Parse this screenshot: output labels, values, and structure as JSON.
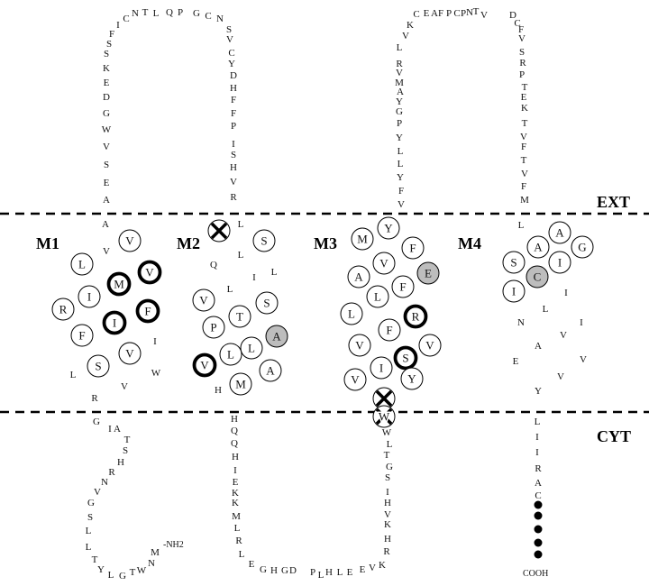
{
  "labels": {
    "ext": "EXT",
    "cyt": "CYT",
    "n_terminus": "-NH2",
    "c_terminus": "COOH"
  },
  "loops": {
    "ext1": "AESVWGDEKSSFICNTLQPGCNSVCYDHFFPISHVR",
    "ext2": "VFYLLYPGYAMVRLVKCEAFPCPNTVDCFVSRPTEKTVFTVFM",
    "cyt_n": "MNWTGLYTLLSGVNRHSTAIG",
    "cyt2": "HQQHIEKKMLRLEGHGDPLHLEEVKRHKVHISGTLW",
    "cyt_c": "LIIRAC"
  },
  "cterm_dots": 5,
  "helices": [
    {
      "label": "M1",
      "residues": [
        {
          "aa": "A",
          "mark": "plain"
        },
        {
          "aa": "V",
          "mark": "circle"
        },
        {
          "aa": "V",
          "mark": "plain"
        },
        {
          "aa": "L",
          "mark": "circle"
        },
        {
          "aa": "M",
          "mark": "bold"
        },
        {
          "aa": "V",
          "mark": "bold"
        },
        {
          "aa": "I",
          "mark": "circle"
        },
        {
          "aa": "R",
          "mark": "circle"
        },
        {
          "aa": "F",
          "mark": "bold"
        },
        {
          "aa": "I",
          "mark": "bold"
        },
        {
          "aa": "F",
          "mark": "circle"
        },
        {
          "aa": "I",
          "mark": "plain"
        },
        {
          "aa": "V",
          "mark": "circle"
        },
        {
          "aa": "S",
          "mark": "circle"
        },
        {
          "aa": "L",
          "mark": "plain"
        },
        {
          "aa": "W",
          "mark": "plain"
        },
        {
          "aa": "V",
          "mark": "plain"
        },
        {
          "aa": "R",
          "mark": "plain"
        }
      ]
    },
    {
      "label": "M2",
      "residues": [
        {
          "aa": "",
          "mark": "mutated"
        },
        {
          "aa": "L",
          "mark": "plain"
        },
        {
          "aa": "S",
          "mark": "circle"
        },
        {
          "aa": "L",
          "mark": "plain"
        },
        {
          "aa": "Q",
          "mark": "plain"
        },
        {
          "aa": "L",
          "mark": "plain"
        },
        {
          "aa": "I",
          "mark": "plain"
        },
        {
          "aa": "L",
          "mark": "plain"
        },
        {
          "aa": "V",
          "mark": "circle"
        },
        {
          "aa": "S",
          "mark": "circle"
        },
        {
          "aa": "T",
          "mark": "circle"
        },
        {
          "aa": "P",
          "mark": "circle"
        },
        {
          "aa": "A",
          "mark": "shaded"
        },
        {
          "aa": "L",
          "mark": "circle"
        },
        {
          "aa": "L",
          "mark": "circle"
        },
        {
          "aa": "V",
          "mark": "bold"
        },
        {
          "aa": "A",
          "mark": "circle"
        },
        {
          "aa": "M",
          "mark": "circle"
        },
        {
          "aa": "H",
          "mark": "plain"
        }
      ]
    },
    {
      "label": "M3",
      "residues": [
        {
          "aa": "Y",
          "mark": "circle"
        },
        {
          "aa": "M",
          "mark": "circle"
        },
        {
          "aa": "F",
          "mark": "circle"
        },
        {
          "aa": "V",
          "mark": "circle"
        },
        {
          "aa": "A",
          "mark": "circle"
        },
        {
          "aa": "E",
          "mark": "shaded"
        },
        {
          "aa": "F",
          "mark": "circle"
        },
        {
          "aa": "L",
          "mark": "circle"
        },
        {
          "aa": "L",
          "mark": "circle"
        },
        {
          "aa": "R",
          "mark": "bold"
        },
        {
          "aa": "F",
          "mark": "circle"
        },
        {
          "aa": "V",
          "mark": "circle"
        },
        {
          "aa": "V",
          "mark": "circle"
        },
        {
          "aa": "S",
          "mark": "bold"
        },
        {
          "aa": "I",
          "mark": "circle"
        },
        {
          "aa": "V",
          "mark": "circle"
        },
        {
          "aa": "Y",
          "mark": "circle"
        },
        {
          "aa": "",
          "mark": "mutated"
        },
        {
          "aa": "W",
          "mark": "mutated"
        }
      ]
    },
    {
      "label": "M4",
      "residues": [
        {
          "aa": "L",
          "mark": "plain"
        },
        {
          "aa": "A",
          "mark": "circle"
        },
        {
          "aa": "A",
          "mark": "circle"
        },
        {
          "aa": "G",
          "mark": "circle"
        },
        {
          "aa": "S",
          "mark": "circle"
        },
        {
          "aa": "I",
          "mark": "circle"
        },
        {
          "aa": "C",
          "mark": "shaded"
        },
        {
          "aa": "I",
          "mark": "circle"
        },
        {
          "aa": "I",
          "mark": "plain"
        },
        {
          "aa": "L",
          "mark": "plain"
        },
        {
          "aa": "N",
          "mark": "plain"
        },
        {
          "aa": "I",
          "mark": "plain"
        },
        {
          "aa": "V",
          "mark": "plain"
        },
        {
          "aa": "A",
          "mark": "plain"
        },
        {
          "aa": "E",
          "mark": "plain"
        },
        {
          "aa": "V",
          "mark": "plain"
        },
        {
          "aa": "V",
          "mark": "plain"
        },
        {
          "aa": "Y",
          "mark": "plain"
        }
      ]
    }
  ]
}
